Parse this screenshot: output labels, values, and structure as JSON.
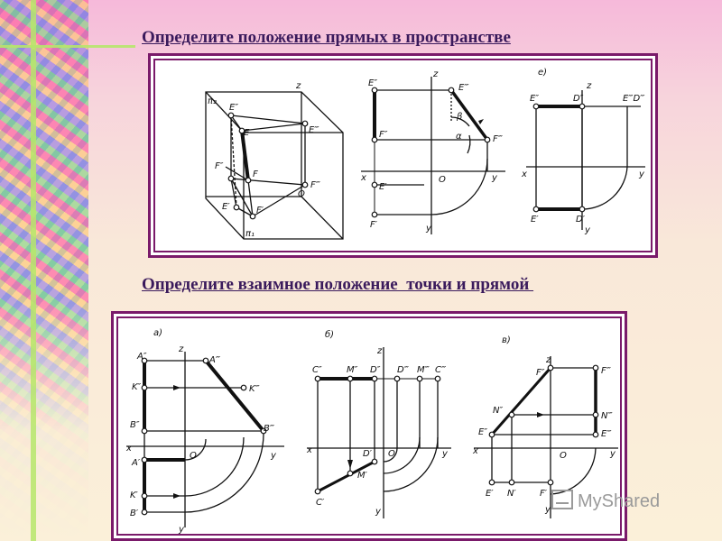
{
  "headings": {
    "top": "Определите положение прямых в пространстве",
    "bottom": "Определите взаимное положение  точки и прямой "
  },
  "watermark": "MyShared",
  "top_panel": {
    "fig1": {
      "plane_v": "π₂",
      "plane_h": "π₁",
      "z": "z",
      "E2": "E″",
      "E": "E",
      "E3": "E‴",
      "F2": "F″",
      "F": "F",
      "F3": "F‴",
      "O": "O",
      "E1": "E′",
      "F1": "F′"
    },
    "fig2": {
      "E2": "E″",
      "E3": "E‴",
      "z": "z",
      "beta": "β",
      "alpha": "α",
      "F2": "F″",
      "F3": "F‴",
      "x": "x",
      "E1": "E′",
      "O": "O",
      "y": "y",
      "F1": "F′",
      "y2": "y"
    },
    "fig3": {
      "label": "e)",
      "z": "z",
      "E2": "E″",
      "D2": "D″",
      "E3D3": "E‴D‴",
      "x": "x",
      "y": "y",
      "E1": "E′",
      "D1": "D′",
      "y2": "y"
    }
  },
  "bottom_panel": {
    "a": {
      "label": "а)",
      "z": "z",
      "A2": "A″",
      "A3": "A‴",
      "K2": "K″",
      "K3": "K‴",
      "B2": "B″",
      "B3": "B‴",
      "x": "x",
      "O": "O",
      "y": "y",
      "A1": "A′",
      "K1": "K′",
      "B1": "B′",
      "y2": "y"
    },
    "b": {
      "label": "б)",
      "z": "z",
      "C2": "C″",
      "M2": "M″",
      "D2": "D″",
      "D3": "D‴",
      "M3": "M‴",
      "C3": "C‴",
      "x": "x",
      "D1": "D′",
      "O": "O",
      "y": "y",
      "M1": "M′",
      "C1": "C′",
      "y2": "y"
    },
    "c": {
      "label": "в)",
      "z": "z",
      "F2": "F″",
      "F3": "F‴",
      "N2": "N″",
      "N3": "N‴",
      "E2": "E″",
      "E3": "E‴",
      "x": "x",
      "O": "O",
      "y": "y",
      "E1": "E′",
      "N1": "N′",
      "F1": "F′",
      "y2": "y"
    }
  }
}
